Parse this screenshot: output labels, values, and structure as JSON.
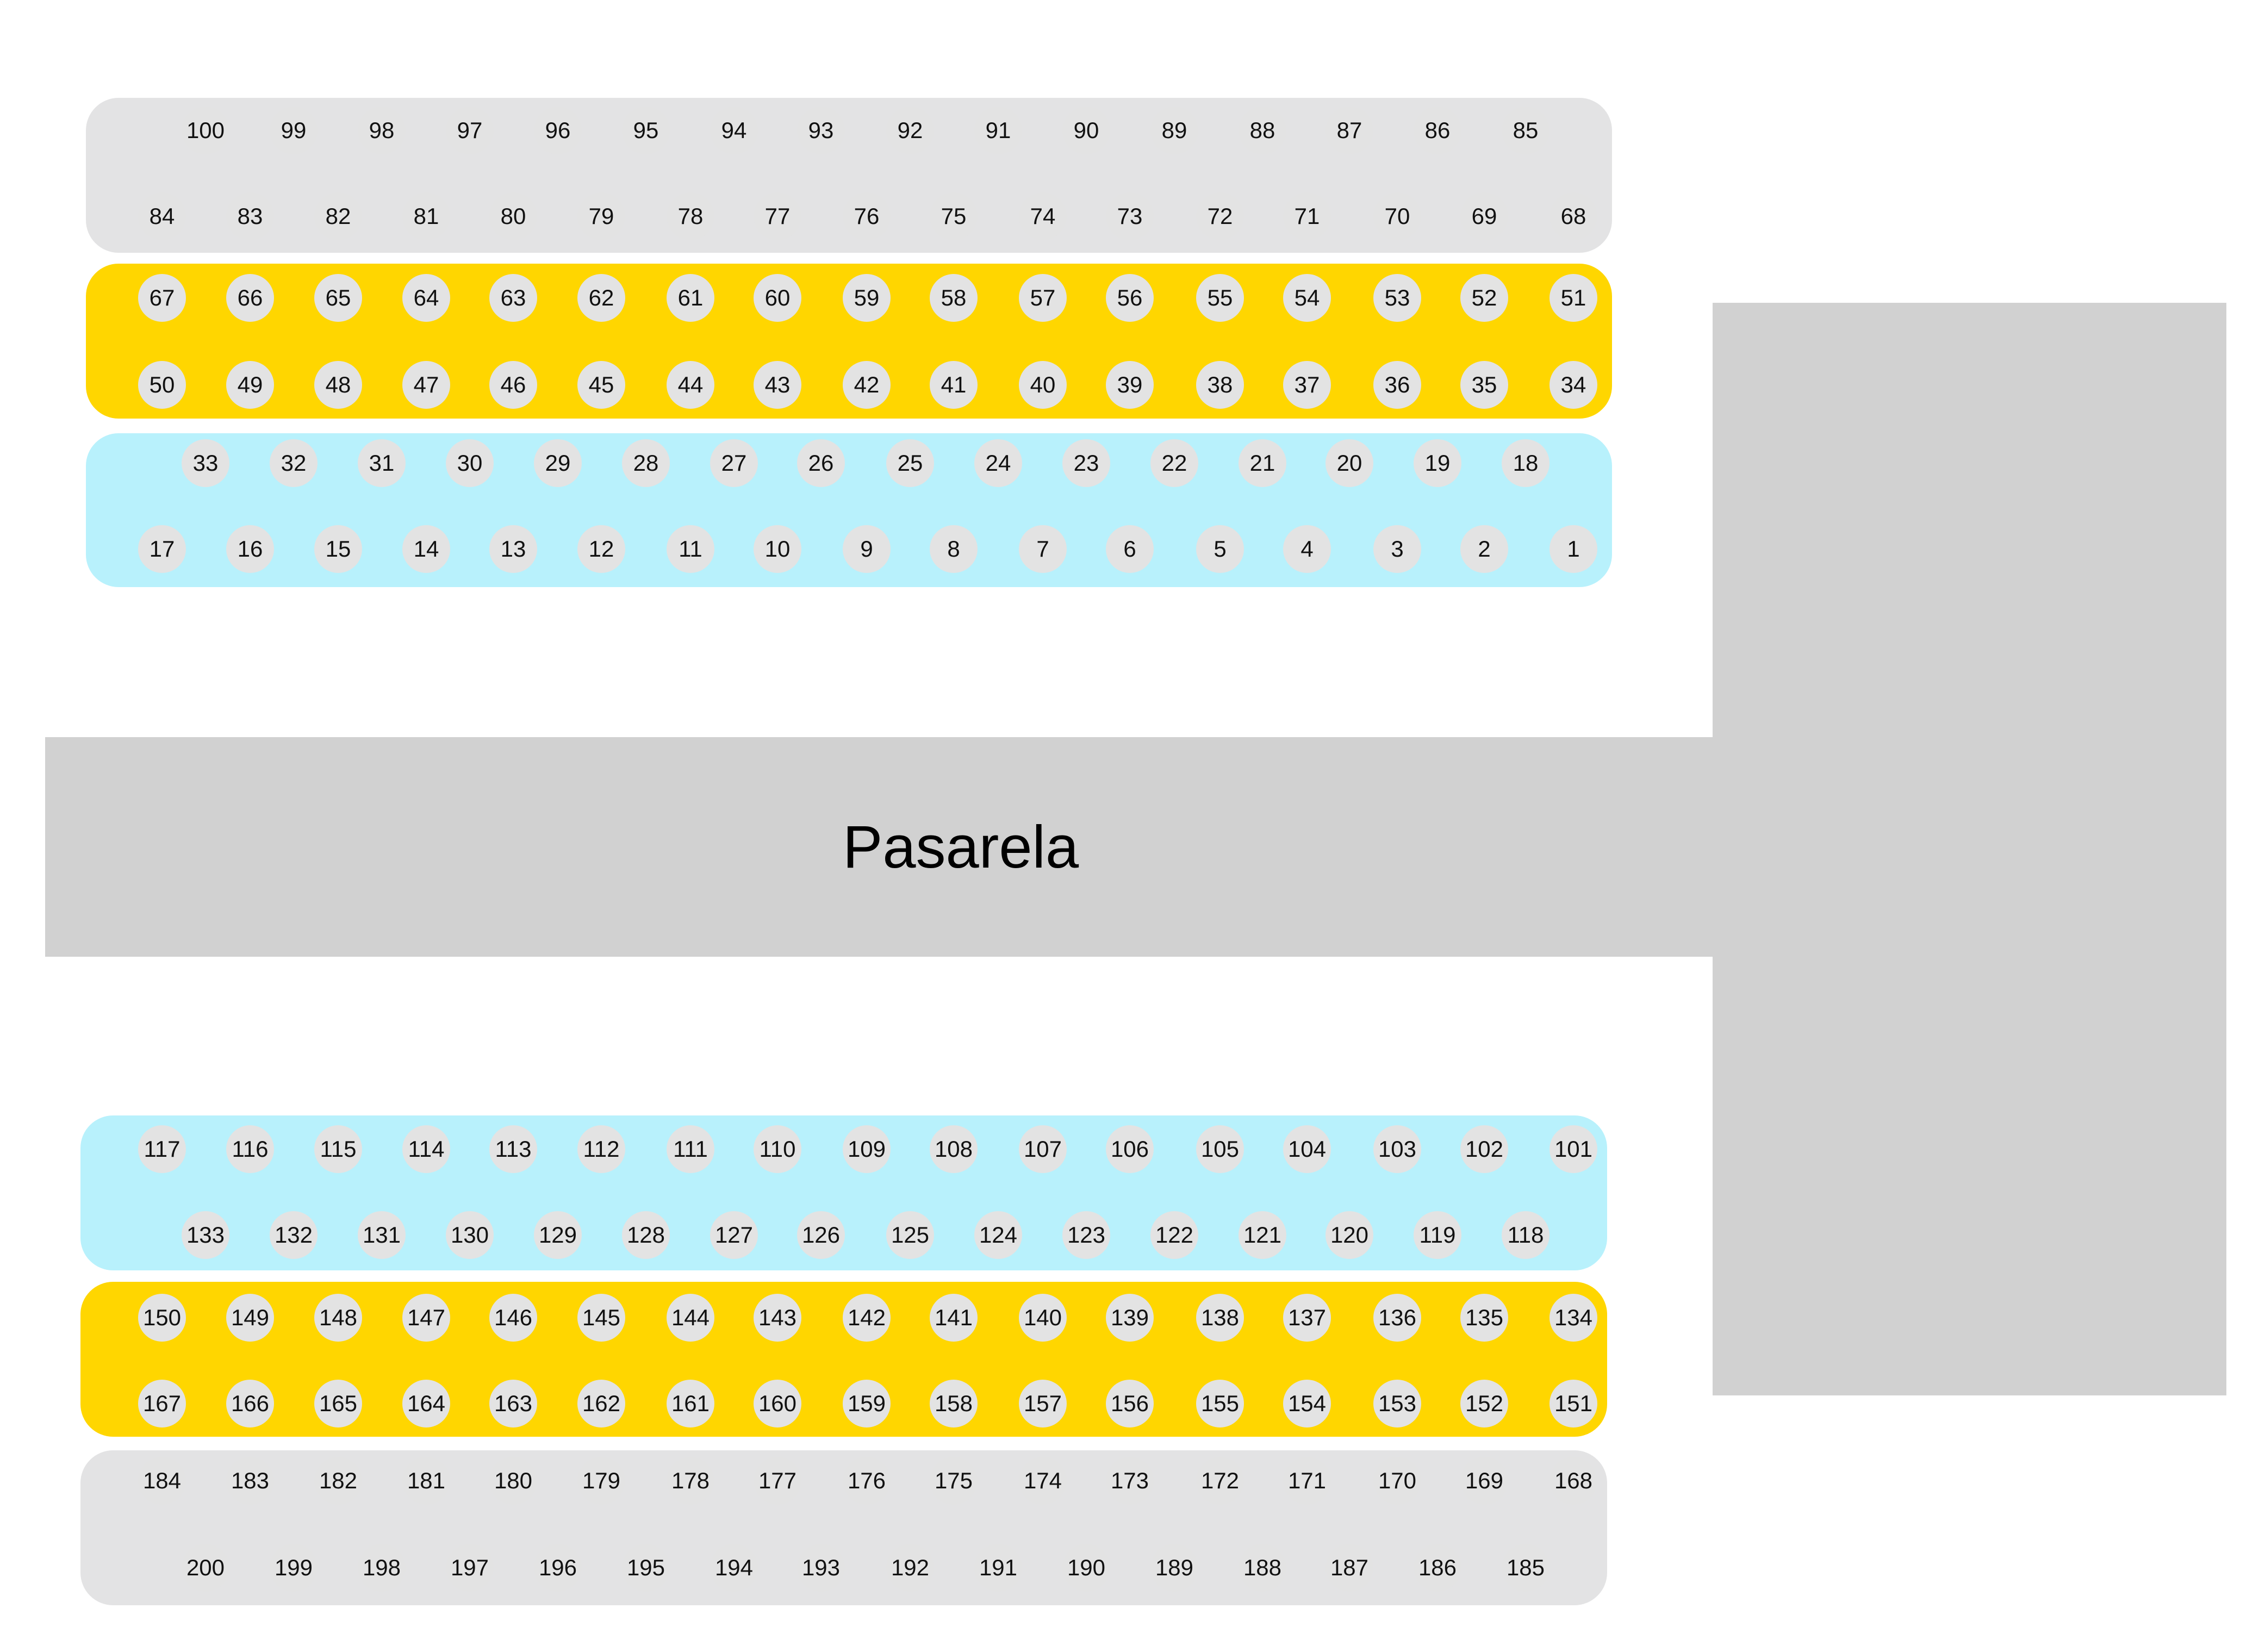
{
  "stage": {
    "label": "Pasarela",
    "color": "#d1d1d1"
  },
  "colors": {
    "grey": "#e3e3e4",
    "yellow": "#ffd600",
    "cyan": "#b8f1fc",
    "seat": "#e3e3e3"
  },
  "sections": [
    {
      "id": "top-grey",
      "color": "grey",
      "rows": [
        [
          "100",
          "99",
          "98",
          "97",
          "96",
          "95",
          "94",
          "93",
          "92",
          "91",
          "90",
          "89",
          "88",
          "87",
          "86",
          "85"
        ],
        [
          "84",
          "83",
          "82",
          "81",
          "80",
          "79",
          "78",
          "77",
          "76",
          "75",
          "74",
          "73",
          "72",
          "71",
          "70",
          "69",
          "68"
        ]
      ]
    },
    {
      "id": "top-yellow",
      "color": "yellow",
      "rows": [
        [
          "67",
          "66",
          "65",
          "64",
          "63",
          "62",
          "61",
          "60",
          "59",
          "58",
          "57",
          "56",
          "55",
          "54",
          "53",
          "52",
          "51"
        ],
        [
          "50",
          "49",
          "48",
          "47",
          "46",
          "45",
          "44",
          "43",
          "42",
          "41",
          "40",
          "39",
          "38",
          "37",
          "36",
          "35",
          "34"
        ]
      ]
    },
    {
      "id": "top-cyan",
      "color": "cyan",
      "rows": [
        [
          "33",
          "32",
          "31",
          "30",
          "29",
          "28",
          "27",
          "26",
          "25",
          "24",
          "23",
          "22",
          "21",
          "20",
          "19",
          "18"
        ],
        [
          "17",
          "16",
          "15",
          "14",
          "13",
          "12",
          "11",
          "10",
          "9",
          "8",
          "7",
          "6",
          "5",
          "4",
          "3",
          "2",
          "1"
        ]
      ]
    },
    {
      "id": "bottom-cyan",
      "color": "cyan",
      "rows": [
        [
          "117",
          "116",
          "115",
          "114",
          "113",
          "112",
          "111",
          "110",
          "109",
          "108",
          "107",
          "106",
          "105",
          "104",
          "103",
          "102",
          "101"
        ],
        [
          "133",
          "132",
          "131",
          "130",
          "129",
          "128",
          "127",
          "126",
          "125",
          "124",
          "123",
          "122",
          "121",
          "120",
          "119",
          "118"
        ]
      ]
    },
    {
      "id": "bottom-yellow",
      "color": "yellow",
      "rows": [
        [
          "150",
          "149",
          "148",
          "147",
          "146",
          "145",
          "144",
          "143",
          "142",
          "141",
          "140",
          "139",
          "138",
          "137",
          "136",
          "135",
          "134"
        ],
        [
          "167",
          "166",
          "165",
          "164",
          "163",
          "162",
          "161",
          "160",
          "159",
          "158",
          "157",
          "156",
          "155",
          "154",
          "153",
          "152",
          "151"
        ]
      ]
    },
    {
      "id": "bottom-grey",
      "color": "grey",
      "rows": [
        [
          "184",
          "183",
          "182",
          "181",
          "180",
          "179",
          "178",
          "177",
          "176",
          "175",
          "174",
          "173",
          "172",
          "171",
          "170",
          "169",
          "168"
        ],
        [
          "200",
          "199",
          "198",
          "197",
          "196",
          "195",
          "194",
          "193",
          "192",
          "191",
          "190",
          "189",
          "188",
          "187",
          "186",
          "185"
        ]
      ]
    }
  ]
}
